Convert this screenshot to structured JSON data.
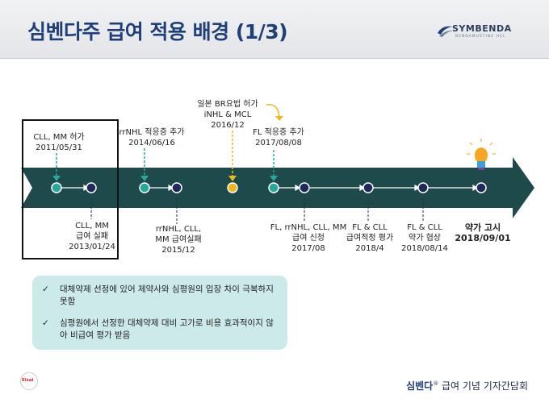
{
  "header": {
    "title": "심벤다주 급여 적용 배경 (1/3)",
    "logo_name": "SYMBENDA",
    "logo_sub": "BENDAMUSTINE HCL"
  },
  "timeline": {
    "events_above": [
      {
        "lines": [
          "CLL, MM 허가",
          "2011/05/31"
        ]
      },
      {
        "lines": [
          "rrNHL 적응증 추가",
          "2014/06/16"
        ]
      },
      {
        "lines": [
          "일본 BR요법 허가",
          "iNHL & MCL",
          "2016/12"
        ]
      },
      {
        "lines": [
          "FL 적응증 추가",
          "2017/08/08"
        ]
      }
    ],
    "events_below": [
      {
        "lines": [
          "CLL, MM",
          "급여 실패",
          "2013/01/24"
        ]
      },
      {
        "lines": [
          "rrNHL, CLL,",
          "MM 급여실패",
          "2015/12"
        ]
      },
      {
        "lines": [
          "FL, rrNHL, CLL, MM",
          "급여 신청",
          "2017/08"
        ]
      },
      {
        "lines": [
          "FL & CLL",
          "급여적정 평가",
          "2018/4"
        ]
      },
      {
        "lines": [
          "FL & CLL",
          "약가 협상",
          "2018/08/14"
        ]
      },
      {
        "lines": [
          "약가 고시",
          "2018/09/01"
        ]
      }
    ]
  },
  "bullets": [
    {
      "mark": "✓",
      "text": "대체약제 선정에 있어 제약사와 심평원의 입장 차이 극복하지 못함"
    },
    {
      "mark": "✓",
      "text": "심평원에서 선정한 대체약제 대비 고가로 비용 효과적이지 않아 비급여 평가 받음"
    }
  ],
  "footer": {
    "brand": "심벤다",
    "reg": "®",
    "text": " 급여 기념 기자간담회"
  },
  "eisai_logo": "Eisai",
  "colors": {
    "arrow": "#1f4a4c",
    "teal": "#2aa79b",
    "navy": "#1f2a5a",
    "yellow": "#f0b81c",
    "title": "#1f3f78",
    "box_bg": "#cdeaea"
  }
}
